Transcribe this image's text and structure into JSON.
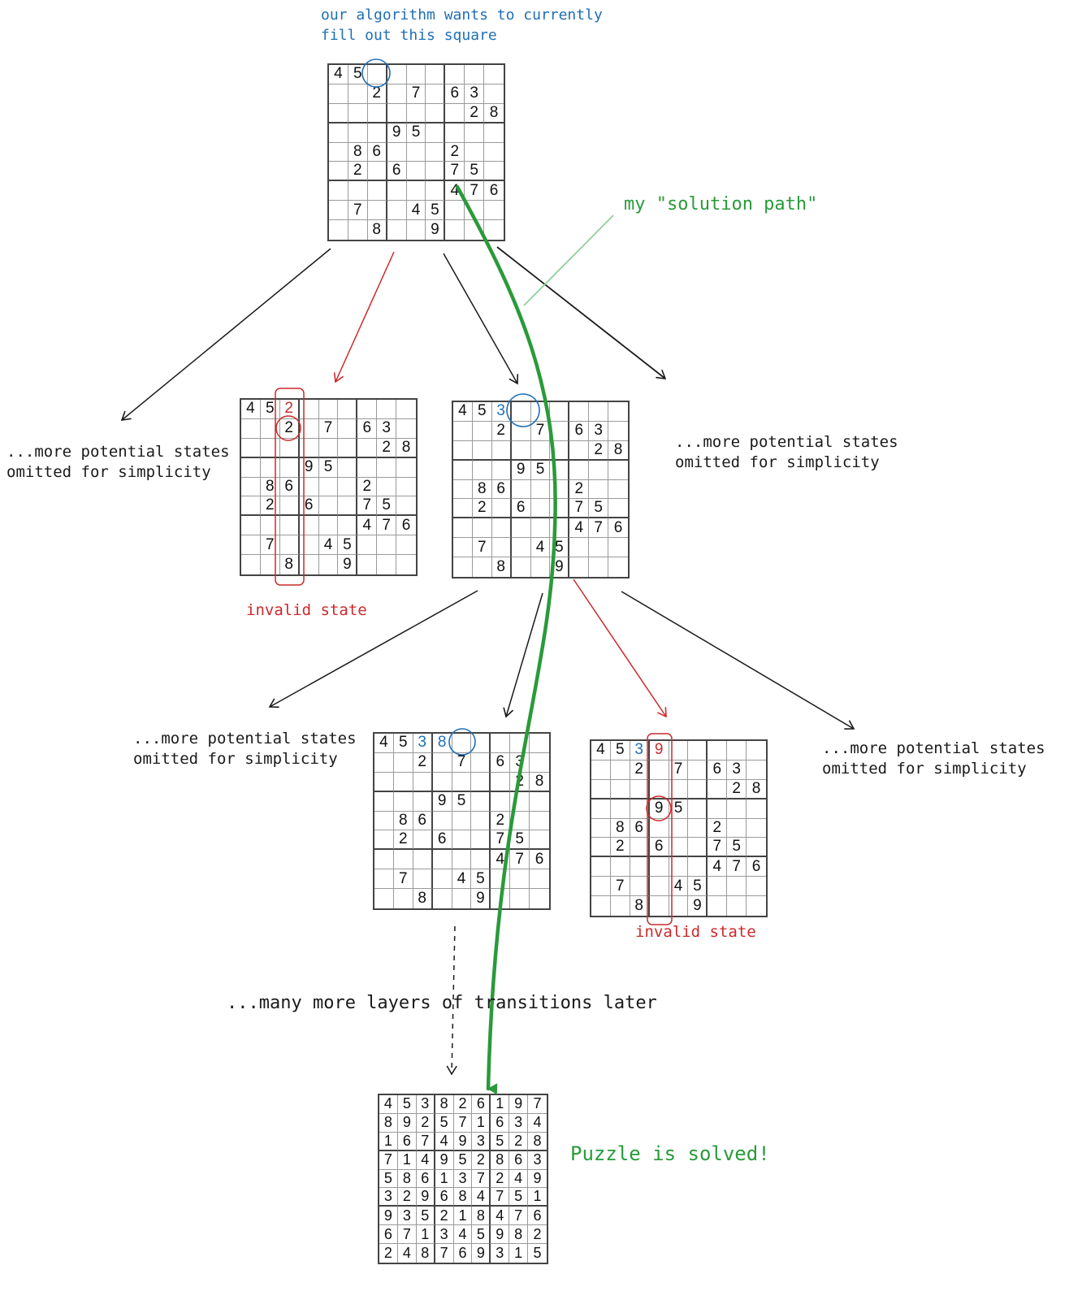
{
  "colors": {
    "blue": "#1f6fb5",
    "red": "#cc2a2a",
    "green": "#2a9a3a",
    "black": "#1a1a1a"
  },
  "labels": {
    "top_note": "our algorithm wants to currently\nfill out this square",
    "solution_path": "my \"solution path\"",
    "more_left1": "...more potential states\nomitted for simplicity",
    "more_right1": "...more potential states\nomitted for simplicity",
    "more_left2": "...more potential states\nomitted for simplicity",
    "more_right2": "...more potential states\nomitted for simplicity",
    "invalid1": "invalid state",
    "invalid2": "invalid state",
    "many_layers": "...many more layers of transitions later",
    "solved": "Puzzle is solved!"
  },
  "boards": {
    "root": {
      "rows": [
        "45       ",
        "  2 7 63 ",
        "       28",
        "   95    ",
        " 86   2  ",
        " 2 6  75 ",
        "      476",
        " 7  45   ",
        "  8  9   "
      ],
      "highlights": []
    },
    "invalid1": {
      "rows": [
        "452      ",
        "  2 7 63 ",
        "       28",
        "   95    ",
        " 86   2  ",
        " 2 6  75 ",
        "      476",
        " 7  45   ",
        "  8  9   "
      ],
      "highlights": [
        {
          "r": 0,
          "c": 2,
          "color": "red"
        }
      ]
    },
    "branch3": {
      "rows": [
        "453      ",
        "  2 7 63 ",
        "       28",
        "   95    ",
        " 86   2  ",
        " 2 6  75 ",
        "      476",
        " 7  45   ",
        "  8  9   "
      ],
      "highlights": [
        {
          "r": 0,
          "c": 2,
          "color": "blue"
        }
      ]
    },
    "branch38": {
      "rows": [
        "4538     ",
        "  2 7 63 ",
        "       28",
        "   95    ",
        " 86   2  ",
        " 2 6  75 ",
        "      476",
        " 7  45   ",
        "  8  9   "
      ],
      "highlights": [
        {
          "r": 0,
          "c": 2,
          "color": "blue"
        },
        {
          "r": 0,
          "c": 3,
          "color": "blue"
        }
      ]
    },
    "invalid2": {
      "rows": [
        "4539     ",
        "  2 7 63 ",
        "       28",
        "   95    ",
        " 86   2  ",
        " 2 6  75 ",
        "      476",
        " 7  45   ",
        "  8  9   "
      ],
      "highlights": [
        {
          "r": 0,
          "c": 2,
          "color": "blue"
        },
        {
          "r": 0,
          "c": 3,
          "color": "red"
        }
      ]
    },
    "solved": {
      "rows": [
        "453826197",
        "892571634",
        "167493528",
        "714952863",
        "586137249",
        "329684751",
        "935218476",
        "671345982",
        "248769315"
      ],
      "highlights": []
    }
  }
}
